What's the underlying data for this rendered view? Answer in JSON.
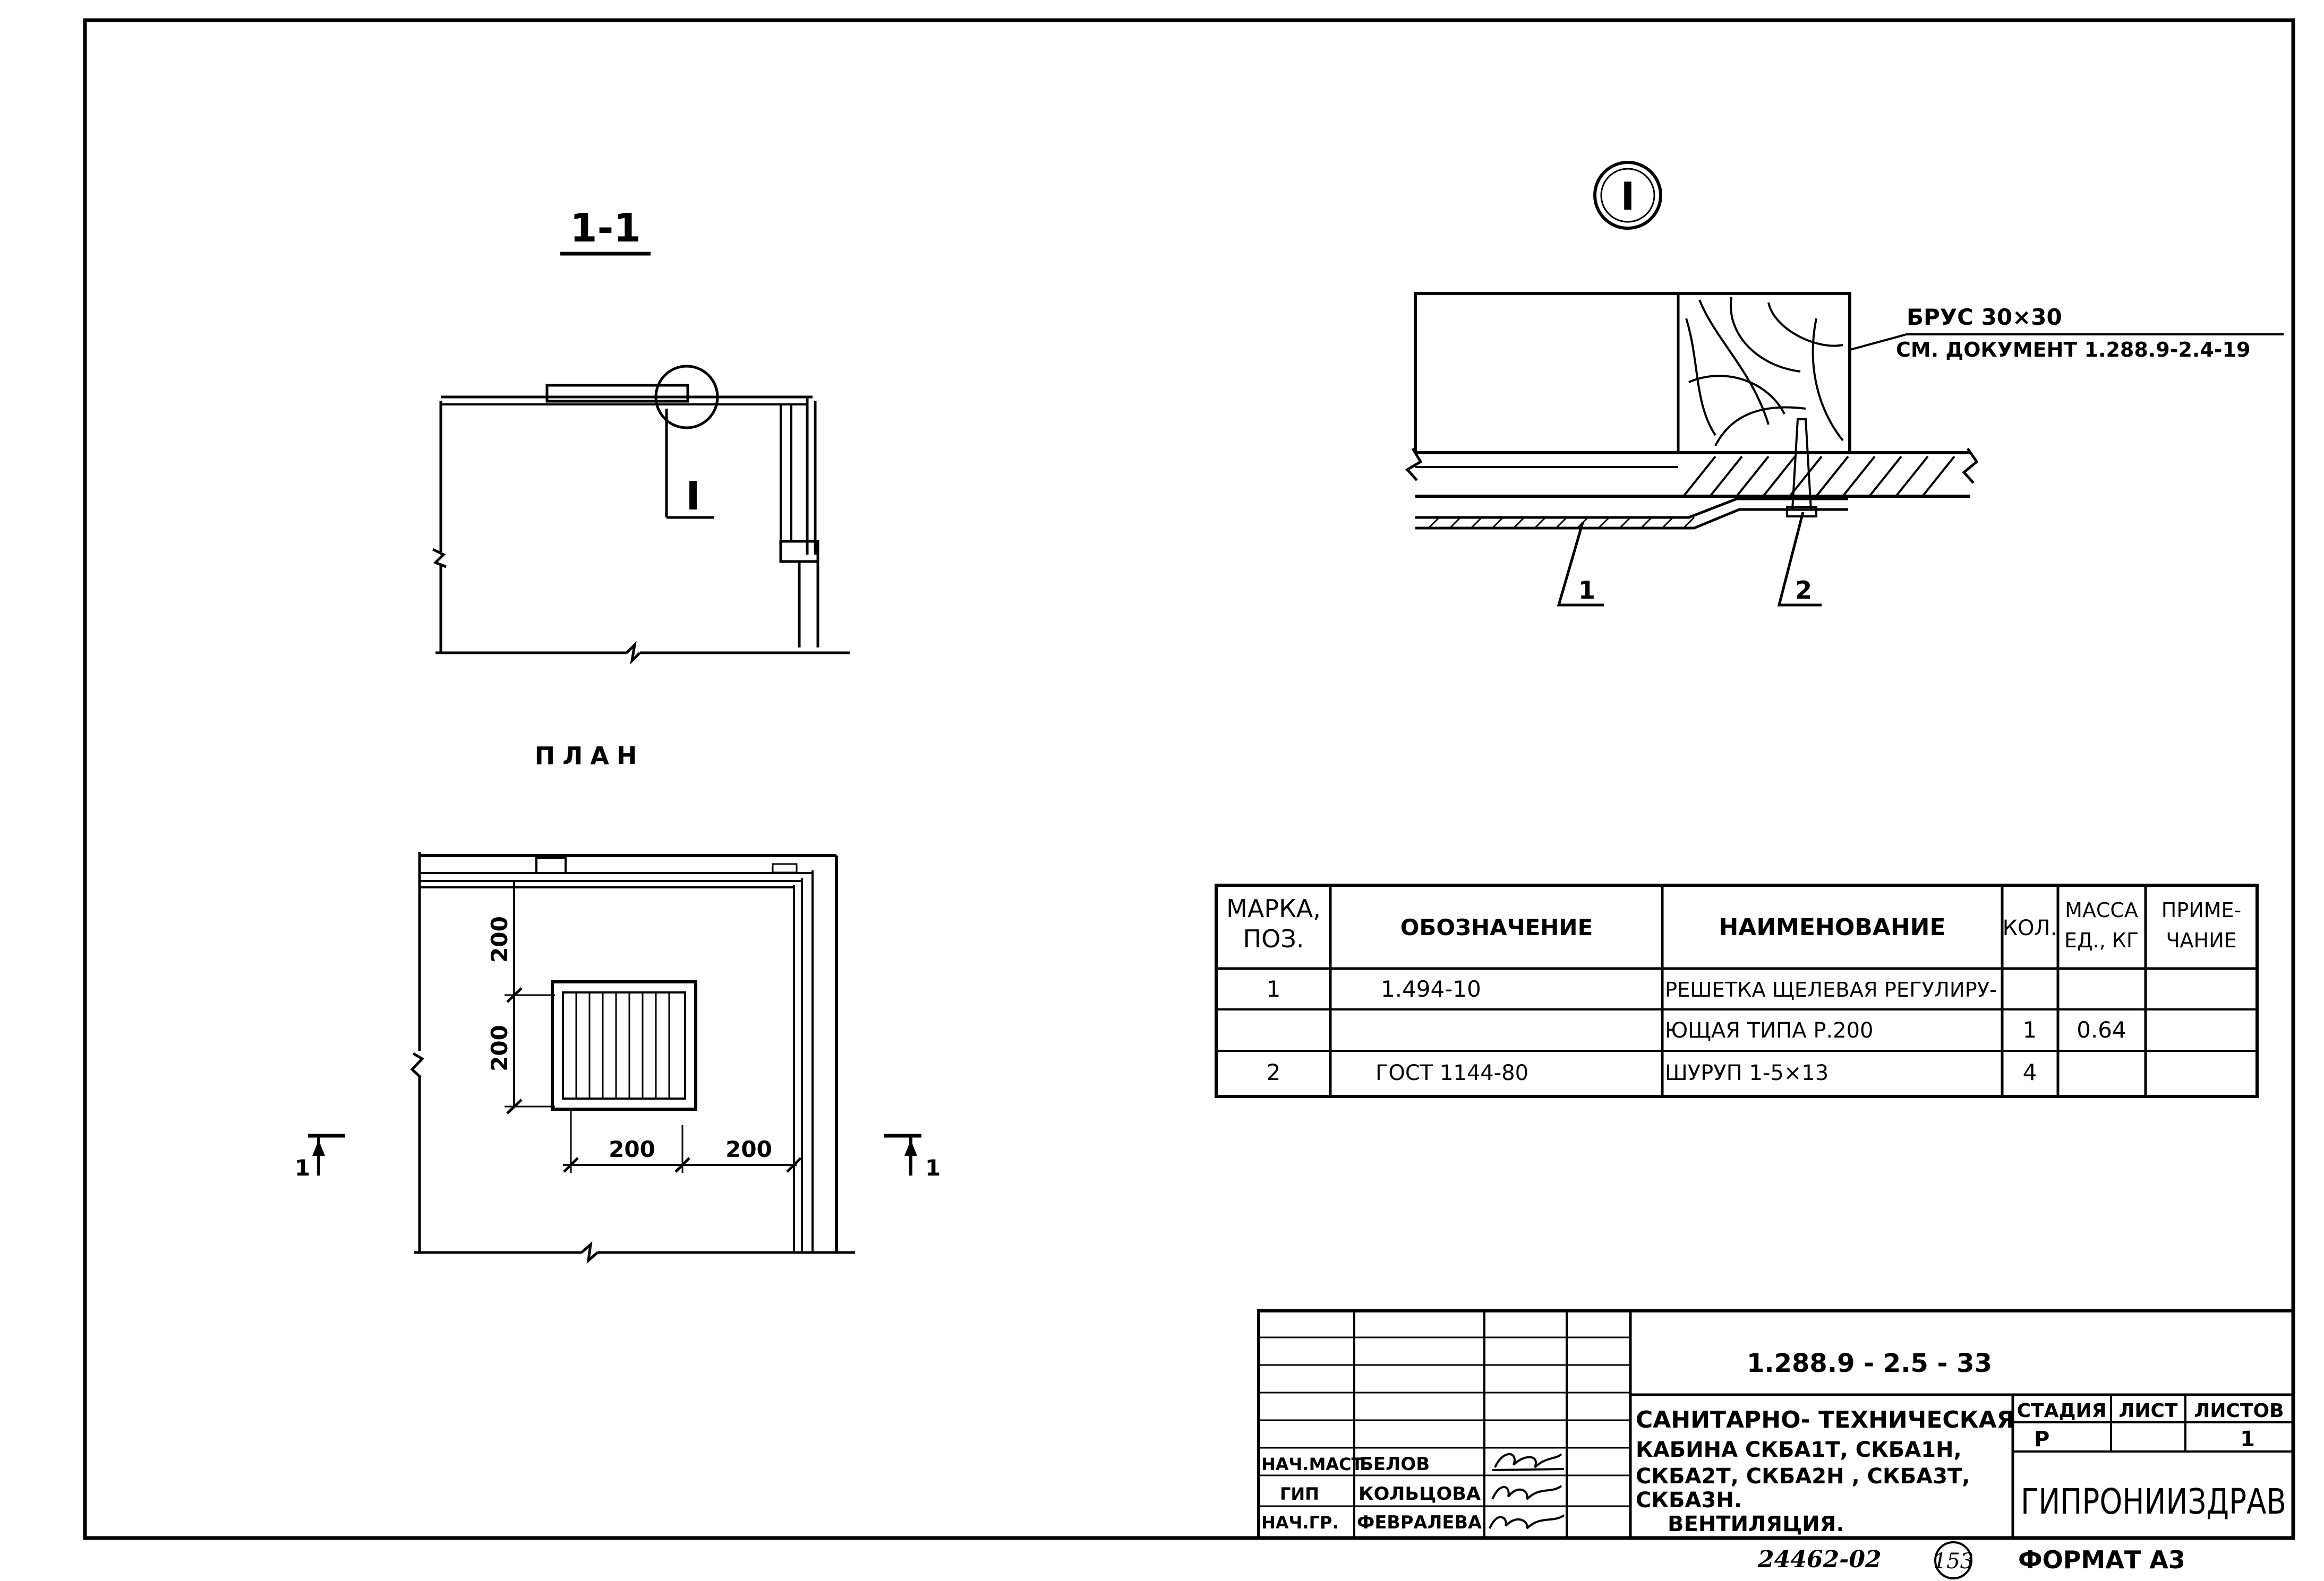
{
  "section_1_1": {
    "label": "1-1",
    "detail_callout": "I"
  },
  "plan": {
    "label": "ПЛАН",
    "dims": [
      "200",
      "200",
      "200",
      "200"
    ],
    "section_marks": [
      "1",
      "1"
    ]
  },
  "detail_I": {
    "label": "I",
    "note_line1": "БРУС 30×30",
    "note_line2": "СМ. ДОКУМЕНТ 1.288.9-2.4-19",
    "leader_1": "1",
    "leader_2": "2"
  },
  "spec_table": {
    "headers": {
      "mark_l1": "МАРКА,",
      "mark_l2": "ПОЗ.",
      "designation": "ОБОЗНАЧЕНИЕ",
      "name": "НАИМЕНОВАНИЕ",
      "qty": "КОЛ.",
      "mass_l1": "МАССА",
      "mass_l2": "ЕД., КГ",
      "note_l1": "ПРИМЕ-",
      "note_l2": "ЧАНИЕ"
    },
    "rows": [
      {
        "mark": "1",
        "designation": "1.494-10",
        "name": "РЕШЕТКА ЩЕЛЕВАЯ РЕГУЛИРУ-",
        "qty": "",
        "mass": "",
        "note": ""
      },
      {
        "mark": "",
        "designation": "",
        "name": "ЮЩАЯ  ТИПА  Р.200",
        "qty": "1",
        "mass": "0.64",
        "note": ""
      },
      {
        "mark": "2",
        "designation": "ГОСТ 1144-80",
        "name": "ШУРУП 1-5×13",
        "qty": "4",
        "mass": "",
        "note": ""
      }
    ]
  },
  "title_block": {
    "doc_code": "1.288.9 - 2.5 - 33",
    "title_l1": "САНИТАРНО- ТЕХНИЧЕСКАЯ",
    "title_l2": "КАБИНА  СКБА1Т, СКБА1Н,",
    "title_l3": "СКБА2Т, СКБА2Н , СКБА3Т,",
    "title_l4": "СКБА3Н.",
    "title_l5": "ВЕНТИЛЯЦИЯ.",
    "stage_h": "СТАДИЯ",
    "sheet_h": "ЛИСТ",
    "sheets_h": "ЛИСТОВ",
    "stage": "Р",
    "sheet": "",
    "sheets": "1",
    "org": "ГИПРОНИИЗДРАВ",
    "staff": [
      {
        "role": "НАЧ.МАСТ.",
        "name": "БЕЛОВ"
      },
      {
        "role": "ГИП",
        "name": "КОЛЬЦОВА"
      },
      {
        "role": "НАЧ.ГР.",
        "name": "ФЕВРАЛЕВА"
      }
    ]
  },
  "footer": {
    "inventory": "24462-02",
    "page_no": "153",
    "format": "ФОРМАТ А3"
  }
}
